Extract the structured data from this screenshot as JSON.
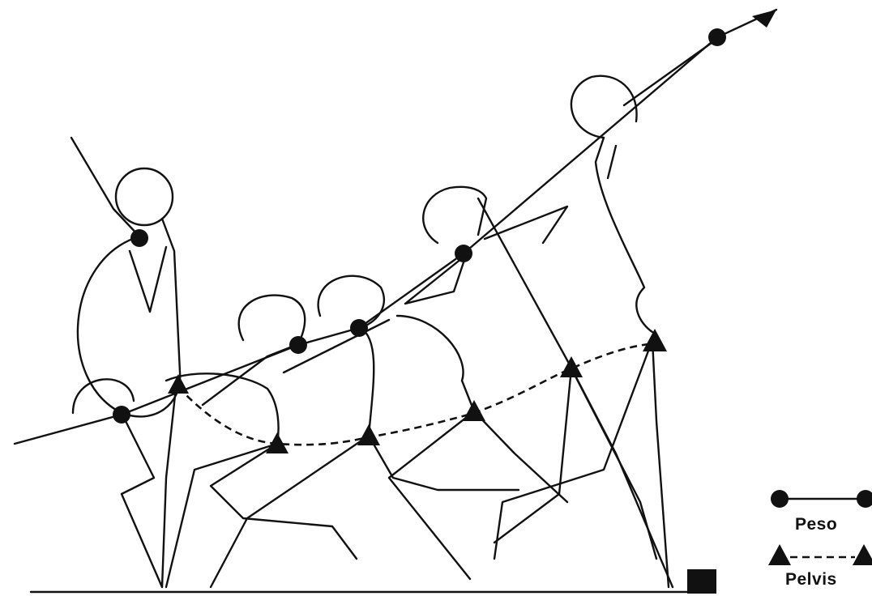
{
  "legend": {
    "peso_label": "Peso",
    "pelvis_label": "Pelvis"
  },
  "colors": {
    "ink": "#111111",
    "background": "#ffffff"
  },
  "series": {
    "peso_marker": "filled-circle",
    "peso_line": "solid",
    "pelvis_marker": "filled-triangle",
    "pelvis_line": "dashed"
  }
}
